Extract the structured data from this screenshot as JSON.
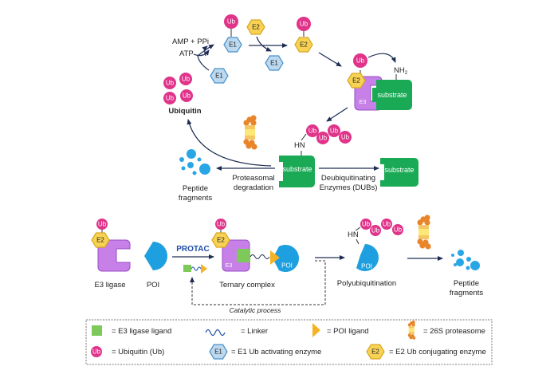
{
  "colors": {
    "ubiquitin": "#e0338a",
    "e1": "#bcd9f0",
    "e1_stroke": "#4a90c8",
    "e2": "#f7d254",
    "e2_stroke": "#d8a820",
    "e3": "#c680e8",
    "e3_stroke": "#9a4ec4",
    "substrate": "#1aaa55",
    "poi": "#1e9fe0",
    "poi_ligand": "#f5b223",
    "e3_ligand": "#7dc95a",
    "arrow": "#1f2d55",
    "peptide": "#29a6e6",
    "proteasome_outer": "#e8852a",
    "proteasome_mid": "#f5c663",
    "proteasome_inner": "#fbe877",
    "protac_label": "#1f4fa8"
  },
  "top_cycle": {
    "ub": "Ub",
    "e1": "E1",
    "e2": "E2",
    "e3": "E3",
    "amp_ppi": "AMP + PPi",
    "atp": "ATP",
    "nh2": "NH",
    "nh2_sub": "2",
    "hn": "HN",
    "ubiquitin_label": "Ubiquitin",
    "substrate": "substrate",
    "peptide_fragments": [
      "Peptide",
      "fragments"
    ],
    "proteasomal_degradation": [
      "Proteasomal",
      "degradation"
    ],
    "dubs": [
      "Deubiquitinating",
      "Enzymes (DUBs)"
    ]
  },
  "bottom_flow": {
    "e3_ligase": "E3 ligase",
    "poi": "POI",
    "protac": "PROTAC",
    "ternary_complex": "Ternary complex",
    "polyubiquitination": "Polyubiquitination",
    "peptide_fragments": [
      "Peptide",
      "fragments"
    ],
    "catalytic_process": "Catalytic process",
    "e3_short": "E3",
    "hn": "HN"
  },
  "legend": {
    "e3_ligand": "= E3 ligase ligand",
    "linker": "= Linker",
    "poi_ligand": "= POI ligand",
    "proteasome": "= 26S proteasome",
    "ubiquitin": "= Ubiquitin (Ub)",
    "e1": "= E1 Ub activating enzyme",
    "e2": "= E2 Ub conjugating enzyme"
  }
}
